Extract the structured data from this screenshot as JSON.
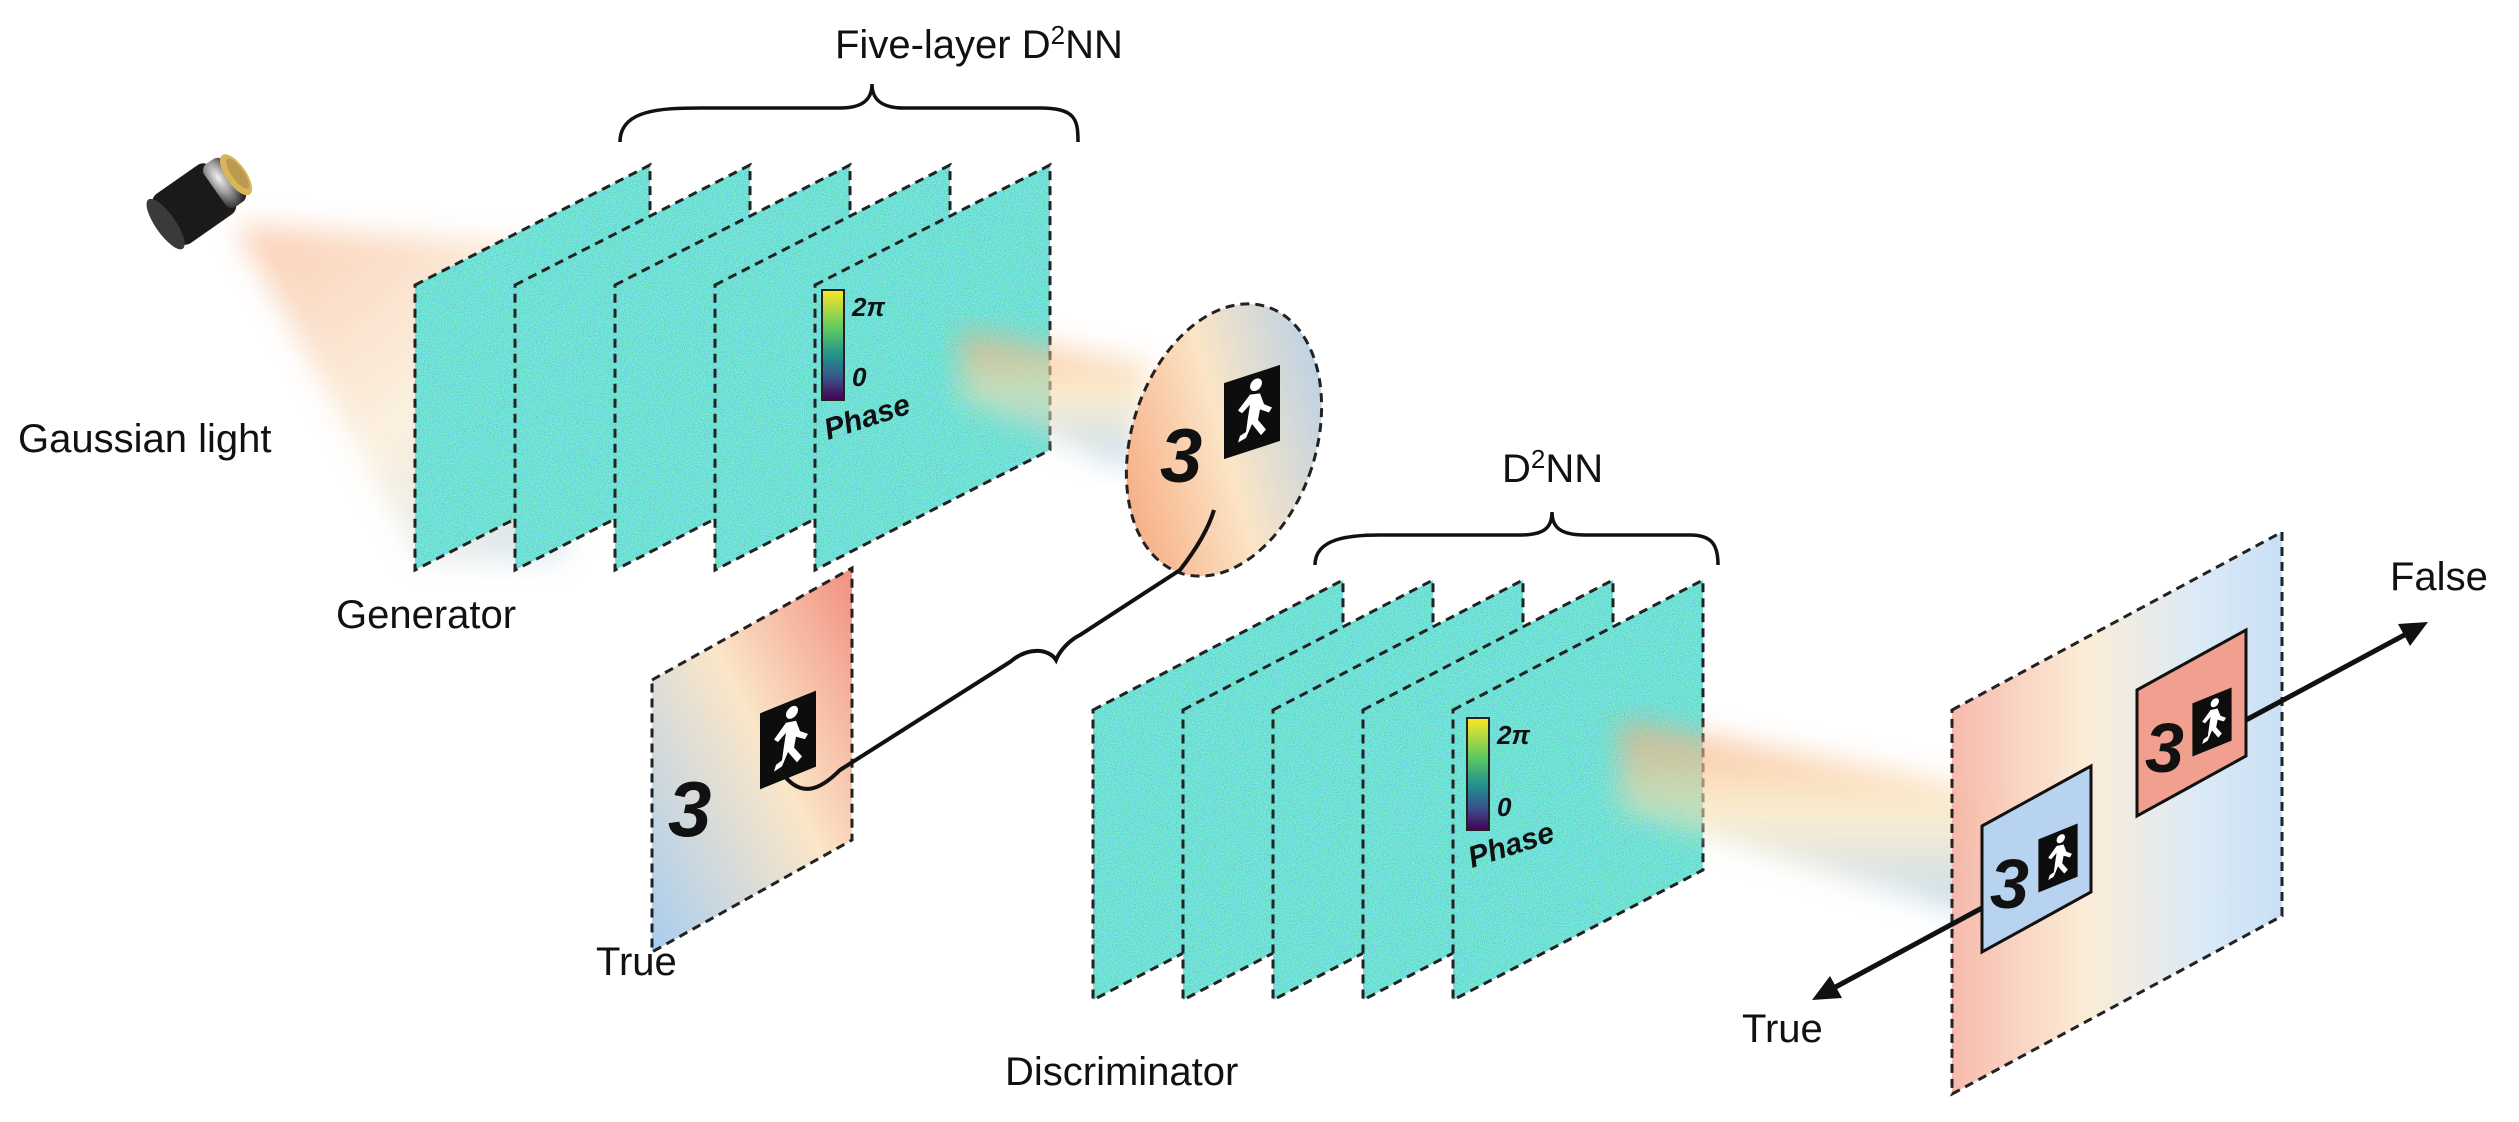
{
  "labels": {
    "gaussian_light": "Gaussian light",
    "five_layer": "Five-layer D",
    "five_layer_sup": "2",
    "five_layer_tail": "NN",
    "generator": "Generator",
    "d2nn": "D",
    "d2nn_sup": "2",
    "d2nn_tail": "NN",
    "discriminator": "Discriminator",
    "true_left": "True",
    "true_output": "True",
    "false_output": "False"
  },
  "colorbar": {
    "max_label": "2π",
    "min_label": "0",
    "title": "Phase"
  },
  "samples": {
    "digit": "3"
  },
  "colors": {
    "layer_green": "#4a9a6e",
    "beam_orange": "#f6a070",
    "beam_blue": "#9cc6ea",
    "true_box": "#b7d3ef",
    "false_box": "#f19f8f",
    "dash": "#222222"
  },
  "layers": {
    "generator_count": 5,
    "discriminator_count": 5
  }
}
